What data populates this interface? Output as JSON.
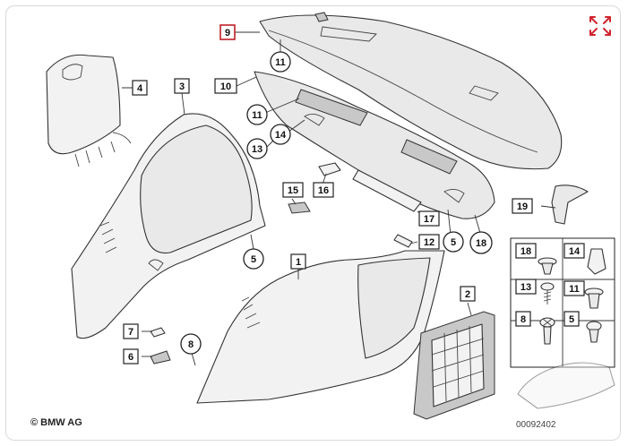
{
  "copyright": "© BMW AG",
  "reference_number": "00092402",
  "expand_icon": "expand-arrows-icon",
  "accent_color": "#c0202a",
  "labels": {
    "l9": "9",
    "l11a": "11",
    "l4": "4",
    "l3": "3",
    "l10": "10",
    "l11b": "11",
    "l14": "14",
    "l13": "13",
    "l15": "15",
    "l16": "16",
    "l17": "17",
    "l12": "12",
    "l5a": "5",
    "l18a": "18",
    "l19": "19",
    "l5b": "5",
    "l1": "1",
    "l2": "2",
    "l7": "7",
    "l8": "8",
    "l6": "6",
    "f18": "18",
    "f14": "14",
    "f13": "13",
    "f11": "11",
    "f8": "8",
    "f5": "5"
  }
}
